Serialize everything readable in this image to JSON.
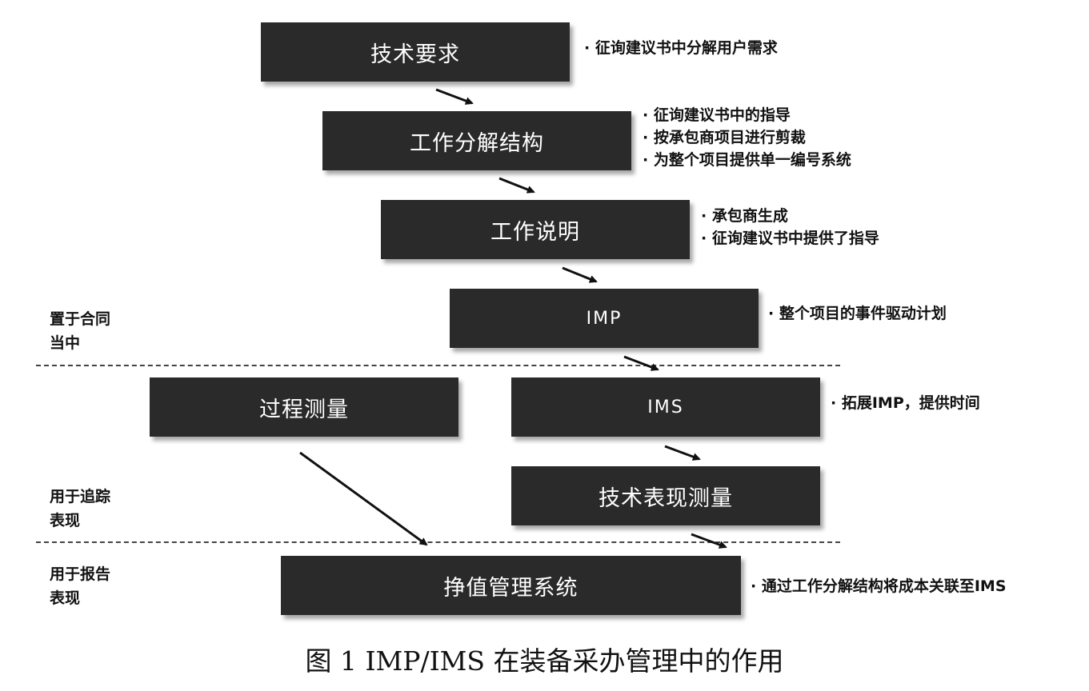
{
  "boxes": {
    "tech_requirements": "技术要求",
    "wbs": "工作分解结构",
    "sow": "工作说明",
    "imp": "IMP",
    "process_measure": "过程测量",
    "ims": "IMS",
    "tpm": "技术表现测量",
    "evms": "挣值管理系统"
  },
  "notes": {
    "tech_requirements": [
      "征询建议书中分解用户需求"
    ],
    "wbs": [
      "征询建议书中的指导",
      "按承包商项目进行剪裁",
      "为整个项目提供单一编号系统"
    ],
    "sow": [
      "承包商生成",
      "征询建议书中提供了指导"
    ],
    "imp": [
      "整个项目的事件驱动计划"
    ],
    "ims": [
      "拓展IMP，提供时间"
    ],
    "evms": [
      "通过工作分解结构将成本关联至IMS"
    ]
  },
  "side_labels": {
    "contract": [
      "置于合同",
      "当中"
    ],
    "tracking": [
      "用于追踪",
      "表现"
    ],
    "reporting": [
      "用于报告",
      "表现"
    ]
  },
  "caption": "图 1 IMP/IMS 在装备采办管理中的作用"
}
